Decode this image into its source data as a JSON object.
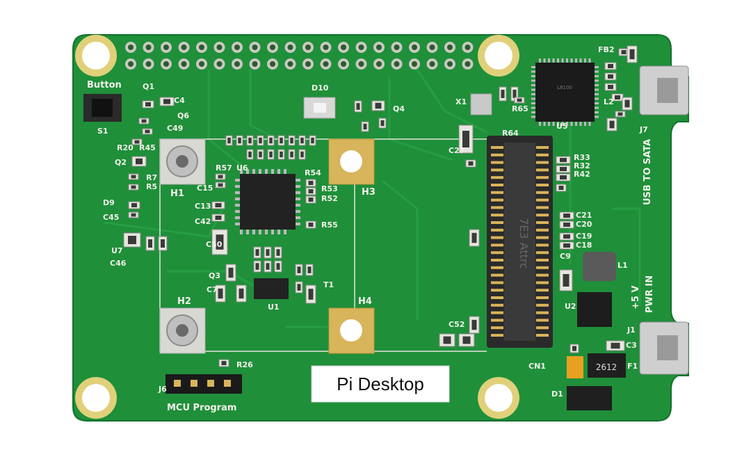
{
  "board": {
    "label_sticker": "Pi Desktop",
    "usb_to_sata": "USB TO SATA",
    "pwr_in": "PWR IN",
    "five_volt": "+5 V",
    "mcu_program": "MCU Program",
    "button": "Button",
    "mounts": {
      "h1": "H1",
      "h2": "H2",
      "h3": "H3",
      "h4": "H4"
    },
    "refs": {
      "j1": "J1",
      "j6": "J6",
      "j7": "J7",
      "u1": "U1",
      "u2": "U2",
      "u5": "U5",
      "u6": "U6",
      "u7": "U7",
      "cn1": "CN1",
      "d1": "D1",
      "d10": "D10",
      "x1": "X1",
      "s1": "S1",
      "l1": "L1",
      "l2": "L2",
      "q1": "Q1",
      "q2": "Q2",
      "q3": "Q3",
      "q4": "Q4",
      "f1": "F1",
      "fb2": "FB2",
      "t1": "T1",
      "r26": "R26",
      "r33": "R33",
      "r32": "R32",
      "r42": "R42",
      "r53": "R53",
      "r52": "R52",
      "r54": "R54",
      "r55": "R55",
      "r64": "R64",
      "r65": "R65",
      "r20": "R20",
      "r45": "R45",
      "r7": "R7",
      "r5": "R5",
      "r57": "R57",
      "c4": "C4",
      "c49": "C49",
      "c45": "C45",
      "c46": "C46",
      "c15": "C15",
      "c13": "C13",
      "c42": "C42",
      "c7": "C7",
      "c50": "C50",
      "c52": "C52",
      "c9": "C9",
      "c3": "C3",
      "c21": "C21",
      "c20": "C20",
      "c19": "C19",
      "c18": "C18",
      "c27": "C27",
      "d9": "D9",
      "q6": "Q6"
    },
    "fuse_marking": "2612",
    "connector_marking": "7E3 Attrc"
  },
  "colors": {
    "pcb": "#1f8f3a",
    "pcb_dark": "#17782f",
    "pcb_trace": "#2a9e45",
    "silkscreen": "#f2f2ea",
    "gold": "#d8b45a",
    "pad": "#cfcfcf"
  }
}
